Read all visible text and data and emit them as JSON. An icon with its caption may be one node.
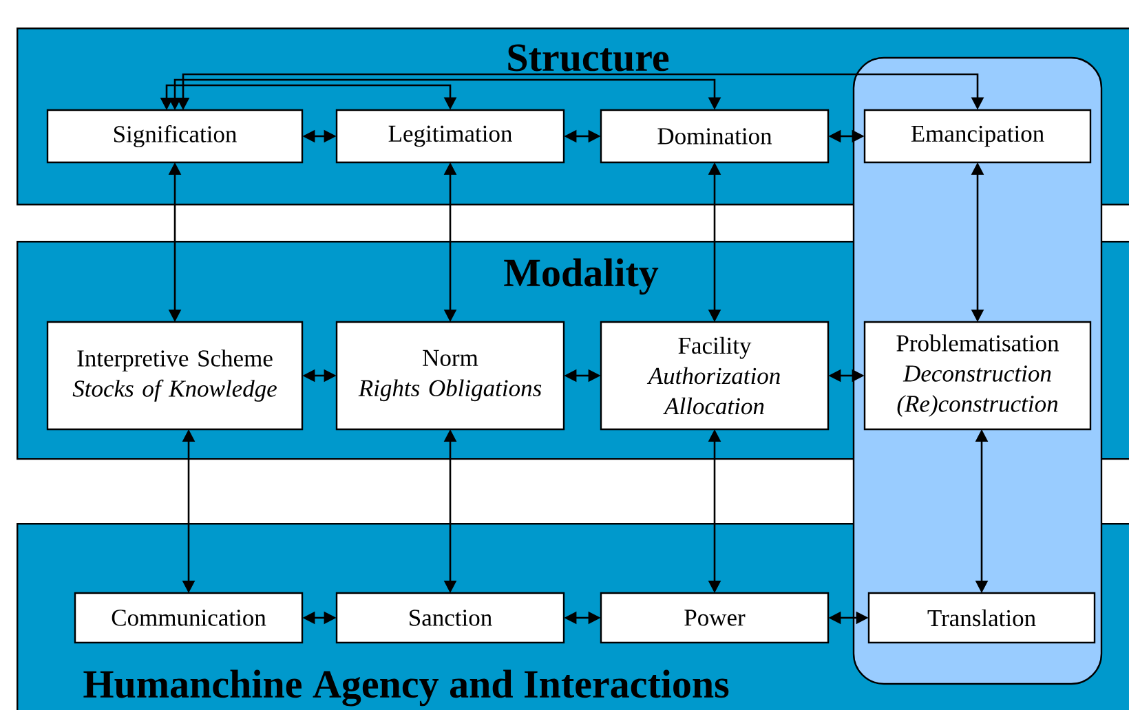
{
  "diagram": {
    "nodes": [
      {
        "text": [
          "Structure"
        ]
      },
      {
        "text": [
          "Modality"
        ]
      },
      {
        "text": [
          "Humanchine Agency and Interactions"
        ]
      },
      {
        "text": [
          "Signification"
        ],
        "in": 0
      },
      {
        "text": [
          "Legitimation"
        ],
        "in": 0
      },
      {
        "text": [
          "Domination"
        ],
        "in": 0
      },
      {
        "text": [
          "Emancipation"
        ],
        "in": 0
      },
      {
        "text": [
          "Interpretive Scheme",
          "Stocks of Knowledge"
        ],
        "in": 1
      },
      {
        "text": [
          "Norm",
          "Rights Obligations"
        ],
        "in": 1
      },
      {
        "text": [
          "Facility",
          "Authorization Allocation"
        ],
        "in": 1
      },
      {
        "text": [
          "Problematisation",
          "Deconstruction (Re)construction"
        ],
        "in": 1
      },
      {
        "text": [
          "Communication"
        ],
        "in": 2
      },
      {
        "text": [
          "Sanction"
        ],
        "in": 2
      },
      {
        "text": [
          "Power"
        ],
        "in": 2
      },
      {
        "text": [
          "Translation"
        ],
        "in": 2
      }
    ],
    "edges": [
      {
        "from": 3,
        "to": 4,
        "arrow": "both"
      },
      {
        "from": 4,
        "to": 5,
        "arrow": "both"
      },
      {
        "from": 5,
        "to": 6,
        "arrow": "both"
      },
      {
        "from": 3,
        "to": 4,
        "arrow": "both"
      },
      {
        "from": 3,
        "to": 5,
        "arrow": "both"
      },
      {
        "from": 3,
        "to": 6,
        "arrow": "both"
      },
      {
        "from": 3,
        "to": 7,
        "arrow": "both"
      },
      {
        "from": 4,
        "to": 8,
        "arrow": "both"
      },
      {
        "from": 5,
        "to": 9,
        "arrow": "both"
      },
      {
        "from": 6,
        "to": 10,
        "arrow": "both"
      },
      {
        "from": 7,
        "to": 8,
        "arrow": "both"
      },
      {
        "from": 8,
        "to": 9,
        "arrow": "both"
      },
      {
        "from": 9,
        "to": 10,
        "arrow": "both"
      },
      {
        "from": 7,
        "to": 11,
        "arrow": "both"
      },
      {
        "from": 8,
        "to": 12,
        "arrow": "both"
      },
      {
        "from": 9,
        "to": 13,
        "arrow": "both"
      },
      {
        "from": 10,
        "to": 14,
        "arrow": "both"
      },
      {
        "from": 11,
        "to": 12,
        "arrow": "both"
      },
      {
        "from": 12,
        "to": 13,
        "arrow": "both"
      },
      {
        "from": 13,
        "to": 14,
        "arrow": "both"
      }
    ]
  }
}
